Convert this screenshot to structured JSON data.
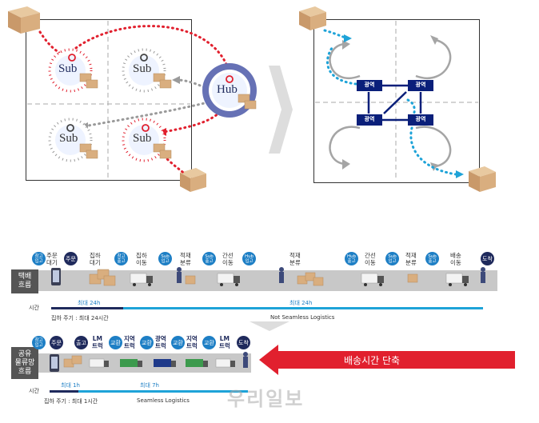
{
  "top_left": {
    "nodes": [
      {
        "label": "Sub",
        "role": "sub-top-left"
      },
      {
        "label": "Sub",
        "role": "sub-top-right"
      },
      {
        "label": "Hub",
        "role": "hub"
      },
      {
        "label": "Sub",
        "role": "sub-bottom-left"
      },
      {
        "label": "Sub",
        "role": "sub-bottom-right"
      }
    ],
    "colors": {
      "dots_red": "#e1202e",
      "dots_grey": "#9a9a9a",
      "hub_ring": "#6671b5"
    }
  },
  "top_right": {
    "regional_nodes": [
      "광역",
      "광역",
      "광역",
      "광역"
    ],
    "colors": {
      "node_bg": "#0a1f7a",
      "dots_cyan": "#1ea3d8",
      "loop_grey": "#a5a5a5"
    }
  },
  "courier": {
    "label": "택배\n흐름",
    "badges": [
      {
        "text": "창고\n입고",
        "color": "#1e7fc5"
      },
      {
        "text": "주문",
        "color": "#1f2a5c"
      },
      {
        "text": "창고\n출고",
        "color": "#1e7fc5"
      },
      {
        "text": "Sub\n입고",
        "color": "#1e7fc5"
      },
      {
        "text": "Sub\n출고",
        "color": "#1e7fc5"
      },
      {
        "text": "Hub\n입고",
        "color": "#1e7fc5"
      },
      {
        "text": "Hub\n출고",
        "color": "#1e7fc5"
      },
      {
        "text": "Sub\n입고",
        "color": "#1e7fc5"
      },
      {
        "text": "Sub\n출고",
        "color": "#1e7fc5"
      },
      {
        "text": "도착",
        "color": "#1f2a5c"
      }
    ],
    "steps": [
      "주문\n대기",
      "집하\n대기",
      "집하\n이동",
      "적재\n분류",
      "간선\n이동",
      "적재\n분류",
      "간선\n이동",
      "적재\n분류",
      "배송\n이동"
    ],
    "time_label": "시간",
    "max1": "최대 24h",
    "max2": "최대 24h",
    "pickup_cycle": "집하 주기 : 최대 24시간",
    "not_seamless": "Not Seamless Logistics"
  },
  "shared": {
    "label": "공유\n물류망\n흐름",
    "badges": [
      {
        "text": "창고\n입고",
        "color": "#1e7fc5"
      },
      {
        "text": "주문",
        "color": "#1f2a5c"
      },
      {
        "text": "출고",
        "color": "#1f2a5c"
      },
      {
        "text": "교환",
        "color": "#1e7fc5"
      },
      {
        "text": "교환",
        "color": "#1e7fc5"
      },
      {
        "text": "교환",
        "color": "#1e7fc5"
      },
      {
        "text": "교환",
        "color": "#1e7fc5"
      },
      {
        "text": "도착",
        "color": "#1f2a5c"
      }
    ],
    "steps": [
      "LM\n트럭",
      "지역\n트럭",
      "광역\n트럭",
      "지역\n트럭",
      "LM\n트럭"
    ],
    "time_label": "시간",
    "max1": "최대 1h",
    "max2": "최대 7h",
    "pickup_cycle": "집하 주기 : 최대 1시간",
    "seamless": "Seamless Logistics",
    "callout": "배송시간 단축"
  },
  "watermark": "우리일보"
}
